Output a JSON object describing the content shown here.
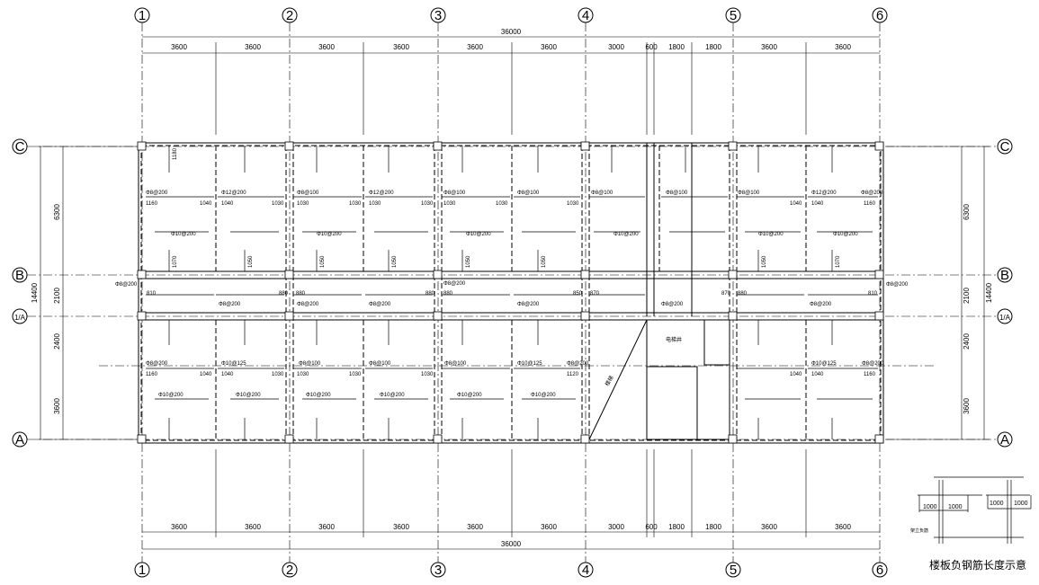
{
  "grid_columns": [
    "1",
    "2",
    "3",
    "4",
    "5",
    "6"
  ],
  "grid_rows": [
    "C",
    "B",
    "1/A",
    "A"
  ],
  "top_total_dimension": "36000",
  "bottom_total_dimension": "36000",
  "top_segment_dimensions": [
    "3600",
    "3600",
    "3600",
    "3600",
    "3600",
    "3600",
    "3000",
    "600",
    "1800",
    "1800",
    "3600",
    "3600"
  ],
  "bottom_segment_dimensions": [
    "3600",
    "3600",
    "3600",
    "3600",
    "3600",
    "3600",
    "3000",
    "600",
    "1800",
    "1800",
    "3600",
    "3600"
  ],
  "left_dimensions": {
    "c_to_b": "6300",
    "b_to_1a": "2100",
    "1a_to_a": "2400",
    "lower": "3600",
    "total": "14400"
  },
  "right_dimensions": {
    "c_to_b": "6300",
    "b_to_1a": "2100",
    "1a_to_a": "2400",
    "lower": "3600",
    "total": "14400"
  },
  "slab_rebar_labels": {
    "main_spans": [
      "Φ10@200",
      "Φ10@200",
      "Φ10@200",
      "Φ10@200",
      "Φ10@200",
      "Φ10@200"
    ],
    "top_supports": [
      "Φ8@200",
      "Φ12@200",
      "Φ8@100",
      "Φ12@200",
      "Φ8@100",
      "Φ8@100",
      "Φ8@100",
      "Φ8@100",
      "Φ8@100",
      "Φ12@200",
      "Φ8@200"
    ],
    "lower_spans": [
      "Φ10@200",
      "Φ10@200",
      "Φ10@200",
      "Φ10@200",
      "Φ10@200",
      "Φ10@200"
    ],
    "lower_supports": [
      "Φ8@200",
      "Φ10@125",
      "Φ8@100",
      "Φ8@100",
      "Φ8@100",
      "Φ10@125",
      "Φ8@200",
      "Φ10@125",
      "Φ8@200"
    ],
    "corridor": [
      "Φ8@200",
      "Φ8@200",
      "Φ8@200",
      "Φ8@200",
      "Φ8@200",
      "Φ8@200",
      "Φ8@200"
    ],
    "side_notes": [
      "Φ8@200",
      "Φ8@200"
    ]
  },
  "extension_lengths": {
    "top_row": [
      "1160",
      "1040",
      "1040",
      "1030",
      "1030",
      "1030",
      "1030",
      "1030",
      "1030",
      "1030",
      "1030",
      "1040",
      "1040",
      "1160"
    ],
    "middle_row": [
      "810",
      "880",
      "880",
      "880",
      "880",
      "870",
      "850",
      "870",
      "880",
      "810"
    ],
    "lower_row": [
      "1160",
      "1040",
      "1040",
      "1030",
      "1030",
      "1030",
      "1030",
      "1120",
      "1040",
      "1040",
      "1160"
    ],
    "vertical_marks": [
      "1180",
      "1070",
      "1050",
      "1050",
      "1050",
      "1050",
      "1050",
      "1050",
      "1070"
    ]
  },
  "stair_label": "楼梯",
  "room_label": "电梯井",
  "legend": {
    "title": "楼板负钢筋长度示意",
    "values": [
      "1000",
      "1000",
      "1000",
      "1000"
    ],
    "side_label": "架立负筋"
  }
}
